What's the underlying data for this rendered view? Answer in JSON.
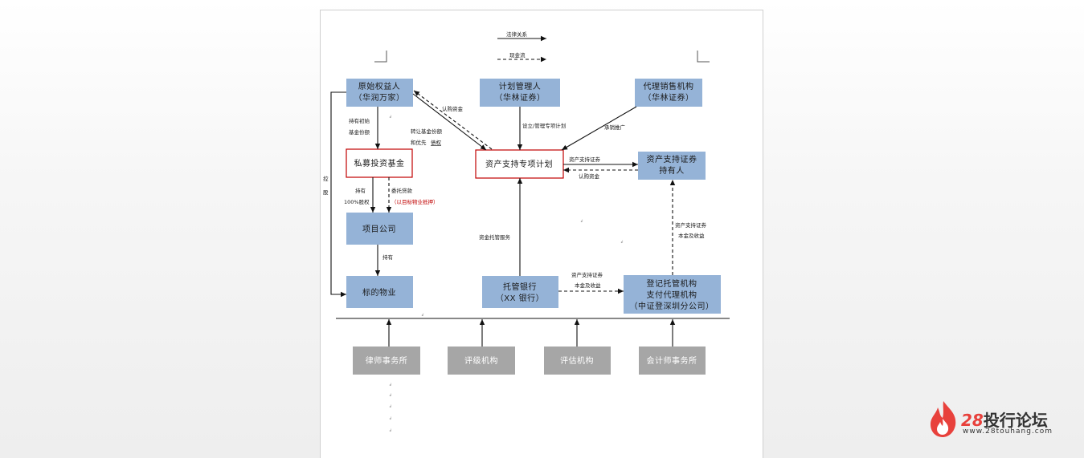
{
  "legend": {
    "legal_relation": "法律关系",
    "fund_flow": "现金流"
  },
  "nodes": {
    "original_owner": [
      "原始权益人",
      "（华润万家）"
    ],
    "plan_manager": [
      "计划管理人",
      "（华林证券）"
    ],
    "sales_agency": [
      "代理销售机构",
      "（华林证券）"
    ],
    "private_fund": "私募投资基金",
    "abs_plan": "资产支持专项计划",
    "abs_holder": [
      "资产支持证券",
      "持有人"
    ],
    "project_company": "项目公司",
    "target_property": "标的物业",
    "custodian_bank": [
      "托管银行",
      "（XX 银行）"
    ],
    "registration_agency": [
      "登记托管机构",
      "支付代理机构",
      "（中证登深圳分公司）"
    ],
    "law_firm": "律师事务所",
    "rating_agency": "评级机构",
    "appraisal_agency": "评估机构",
    "accounting_firm": "会计师事务所"
  },
  "edge_labels": {
    "hold_fund_share": [
      "持有初始",
      "基金份额"
    ],
    "transfer_fund_share": [
      "转让基金份额",
      "和优先"
    ],
    "transfer_fund_share_link": "债权",
    "subscription_funds_1": "认购资金",
    "establish_manage": "设立/管理专项计划",
    "sales_promotion": "承销推广",
    "abs_out": "资产支持证券",
    "subscription_funds_2": "认购资金",
    "hold_100": [
      "持有",
      "100%股权"
    ],
    "entrusted_loan": "委托贷款",
    "mortgage_note": "（以目标物业抵押）",
    "fund_custody": "资金托管服务",
    "holds": "持有",
    "abs_principal_income_1": [
      "资产支持证券",
      "本金及收益"
    ],
    "abs_principal_income_2": [
      "资产支持证券",
      "本金及收益"
    ],
    "control": [
      "控",
      "股"
    ]
  },
  "colors": {
    "box_blue": "#95b3d7",
    "box_gray": "#a6a6a6",
    "box_border_red": "#c00000",
    "mortgage_text": "#c00000"
  },
  "brand": {
    "number": "28",
    "name": "投行论坛",
    "url": "www.28touhang.com",
    "flame_color": "#e8413c"
  }
}
